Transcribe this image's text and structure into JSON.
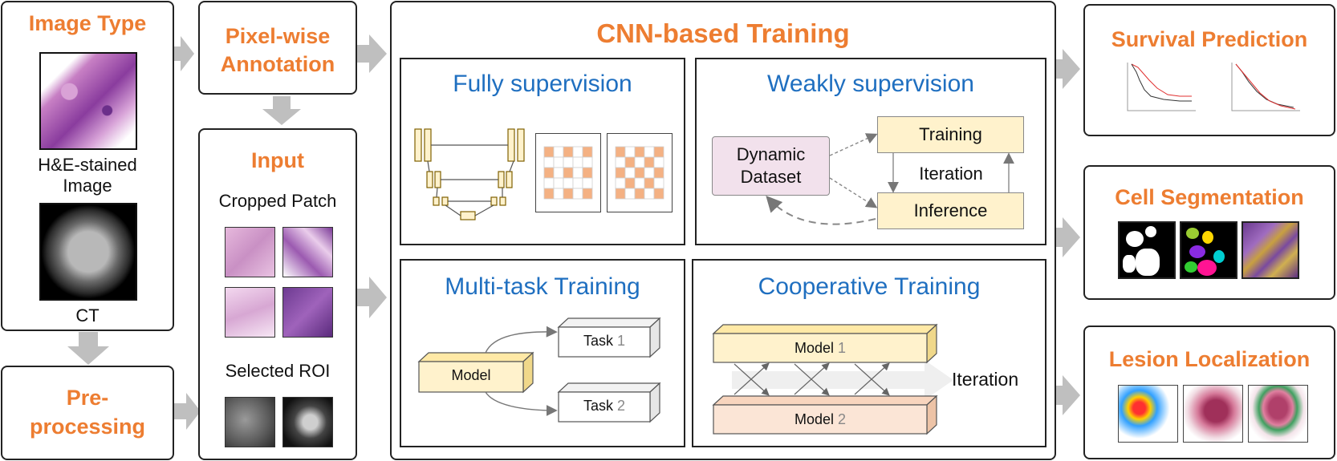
{
  "image_type": {
    "title": "Image Type",
    "he_label_line1": "H&E-stained",
    "he_label_line2": "Image",
    "ct_label": "CT"
  },
  "preprocessing": {
    "line1": "Pre-",
    "line2": "processing"
  },
  "annotation": {
    "line1": "Pixel-wise",
    "line2": "Annotation"
  },
  "input": {
    "title": "Input",
    "cropped_label": "Cropped Patch",
    "roi_label": "Selected ROI"
  },
  "cnn": {
    "title": "CNN-based Training",
    "fully": {
      "title": "Fully supervision"
    },
    "weakly": {
      "title": "Weakly supervision",
      "dataset_line1": "Dynamic",
      "dataset_line2": "Dataset",
      "training": "Training",
      "iteration": "Iteration",
      "inference": "Inference"
    },
    "multitask": {
      "title": "Multi-task Training",
      "model": "Model",
      "task1_word": "Task",
      "task1_num": "1",
      "task2_word": "Task",
      "task2_num": "2"
    },
    "cooperative": {
      "title": "Cooperative Training",
      "model1_word": "Model",
      "model1_num": "1",
      "model2_word": "Model",
      "model2_num": "2",
      "iteration": "Iteration"
    }
  },
  "outputs": {
    "survival": "Survival Prediction",
    "segmentation": "Cell Segmentation",
    "lesion": "Lesion Localization"
  },
  "colors": {
    "orange": "#ED7D31",
    "blue": "#1F6FC0",
    "yellow_fill": "#FFF2CC",
    "pink_fill": "#F2E1EC",
    "salmon_fill": "#FBE5D6",
    "grid_cell": "#F4B183",
    "arrow_gray": "#BFBFBF"
  }
}
